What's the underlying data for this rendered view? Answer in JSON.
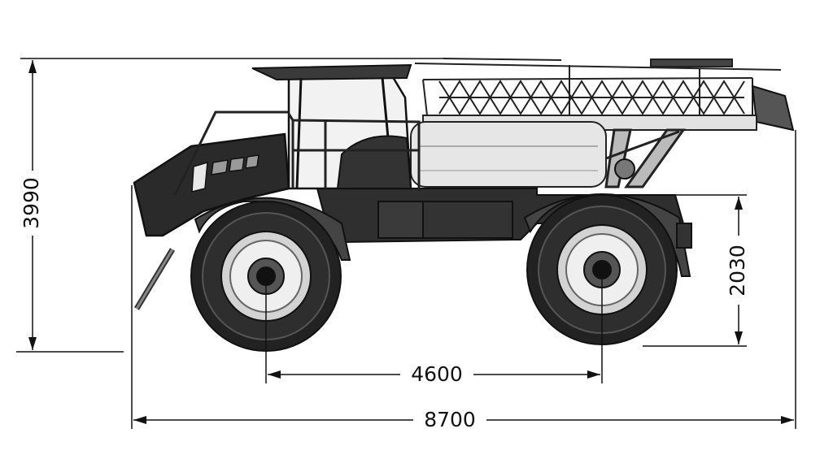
{
  "dimensions": {
    "overall_height": "3990",
    "wheel_center_height": "2030",
    "wheelbase": "4600",
    "overall_length": "8700"
  },
  "colors": {
    "line": "#1a1a1a",
    "body_dark": "#2b2b2b",
    "body_mid": "#4a4a4a",
    "body_light": "#d9d9d9",
    "tank": "#e6e6e6",
    "tire": "#222222",
    "rim": "#d0d0d0"
  }
}
